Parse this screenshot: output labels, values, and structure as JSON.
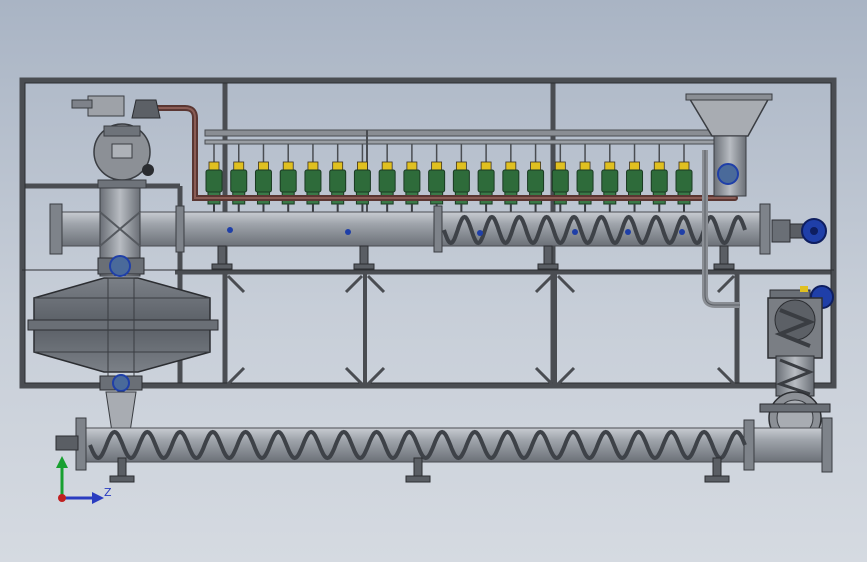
{
  "view": {
    "type": "cad-viewport",
    "background_top": "#a9b4c4",
    "background_bottom": "#d5dae1"
  },
  "model": {
    "frame_color": "#4a4d52",
    "steel_color": "#8a8e94",
    "pipe_color": "#6a3f3a",
    "valve_color": "#2e6b3a",
    "cap_color": "#e0c020",
    "motor_color": "#1f3fa8",
    "vertical_feed_units": 20,
    "lower_auger_turns": 20,
    "upper_auger_turns": 11
  },
  "triad": {
    "labels": {
      "z": "Z"
    },
    "colors": {
      "y": "#18a030",
      "z": "#2a3cc0",
      "origin": "#c02020"
    }
  }
}
